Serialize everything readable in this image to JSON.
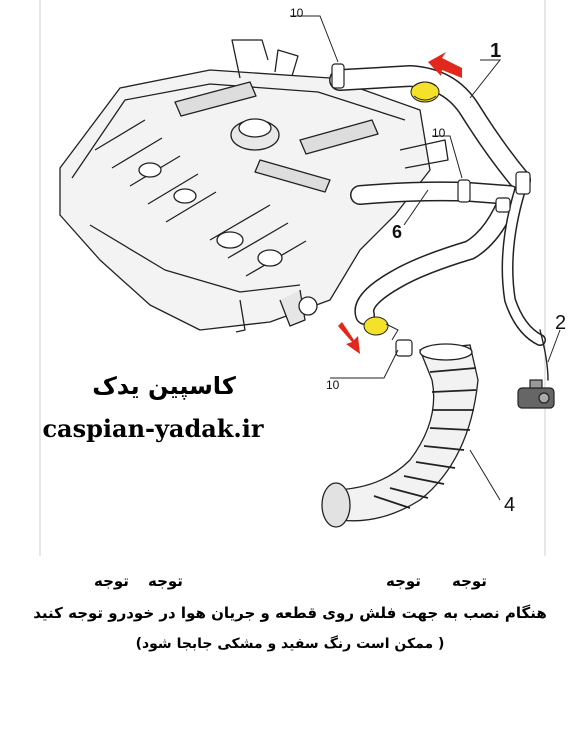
{
  "diagram": {
    "callouts": {
      "part1": "1",
      "part2": "2",
      "part4": "4",
      "part6": "6",
      "clamp_top": "10",
      "clamp_mid": "10",
      "clamp_bottom": "10"
    },
    "watermark": {
      "name_fa": "کاسپین یدک",
      "url": "caspian-yadak.ir"
    },
    "colors": {
      "highlight": "#f4e22a",
      "arrow": "#e0281c",
      "line": "#222222"
    }
  },
  "notes": {
    "attention": [
      "توجه",
      "توجه",
      "توجه",
      "توجه"
    ],
    "instruction": "هنگام نصب به جهت فلش روی قطعه و جریان هوا در خودرو توجه کنید",
    "remark": "( ممکن است رنگ سفید و مشکی جابجا شود)"
  }
}
